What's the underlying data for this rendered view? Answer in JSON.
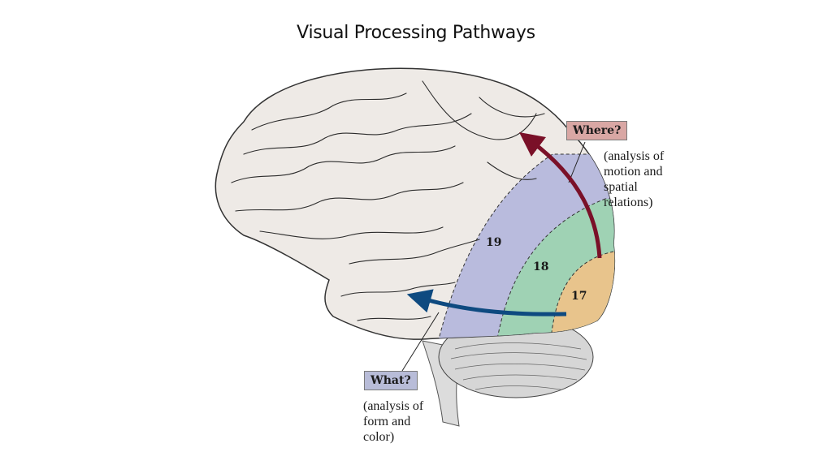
{
  "title": "Visual Processing Pathways",
  "colors": {
    "area19": "#b9bbdd",
    "area18": "#9fd2b4",
    "area17": "#e8c48c",
    "dorsal_arrow": "#7a1028",
    "ventral_arrow": "#0e4a80",
    "where_box": "#d9a7a4",
    "what_box": "#b8bcd8",
    "brain": "#eeeae6"
  },
  "areas": [
    {
      "id": "19",
      "label": "19"
    },
    {
      "id": "18",
      "label": "18"
    },
    {
      "id": "17",
      "label": "17"
    }
  ],
  "pathways": {
    "dorsal": {
      "label": "Where?",
      "description": "(analysis of\nmotion and\nspatial\nrelations)"
    },
    "ventral": {
      "label": "What?",
      "description": "(analysis of\nform and\ncolor)"
    }
  }
}
